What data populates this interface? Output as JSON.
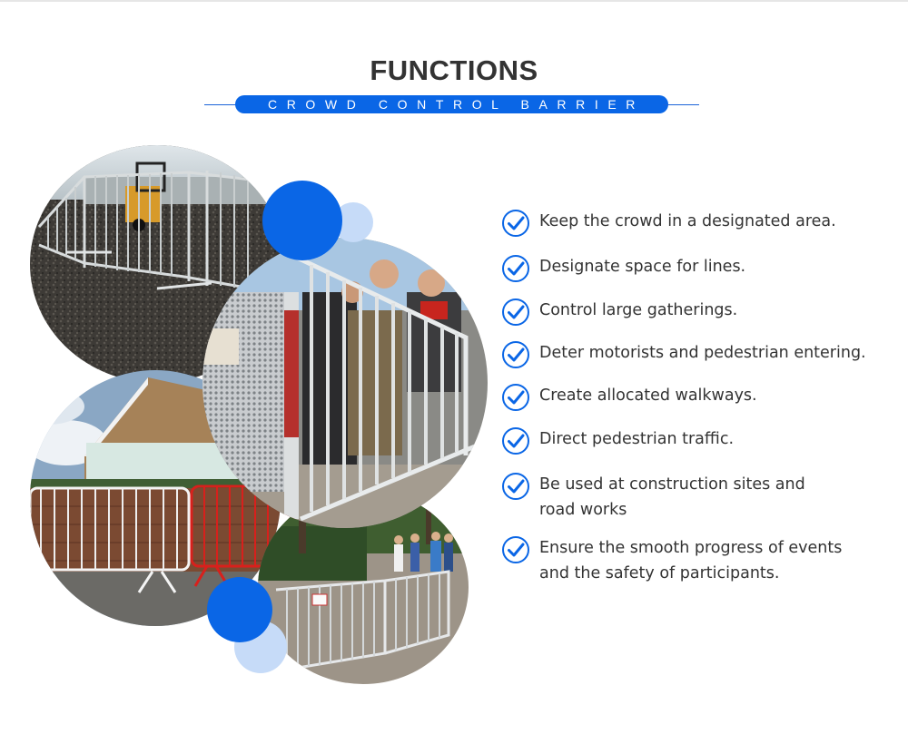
{
  "header": {
    "title": "FUNCTIONS",
    "subtitle": "CROWD CONTROL BARRIER"
  },
  "colors": {
    "accent": "#0a66e6",
    "accent_light": "#c6dbf8",
    "text": "#333333"
  },
  "collage": {
    "photos": [
      {
        "name": "photo-barriers-gravel-forklift",
        "description": "Galvanized crowd barriers on gravel with forklift"
      },
      {
        "name": "photo-barriers-crowd-queue",
        "description": "People standing behind crowd control barrier with mesh panel"
      },
      {
        "name": "photo-barriers-white-red-street",
        "description": "White and red barriers in front of brick wall and house"
      },
      {
        "name": "photo-barriers-park-walkway",
        "description": "Barriers lining a park walkway with pedestrians"
      }
    ]
  },
  "features": [
    {
      "icon": "check-circle-icon",
      "text": "Keep the crowd in a designated area."
    },
    {
      "icon": "check-circle-icon",
      "text": "Designate space for lines."
    },
    {
      "icon": "check-circle-icon",
      "text": "Control large gatherings."
    },
    {
      "icon": "check-circle-icon",
      "text": "Deter motorists and pedestrian entering."
    },
    {
      "icon": "check-circle-icon",
      "text": "Create allocated walkways."
    },
    {
      "icon": "check-circle-icon",
      "text": "Direct pedestrian traffic."
    },
    {
      "icon": "check-circle-icon",
      "text": "Be used at construction sites and road works"
    },
    {
      "icon": "check-circle-icon",
      "text": "Ensure the smooth progress of events and the safety of participants."
    }
  ]
}
